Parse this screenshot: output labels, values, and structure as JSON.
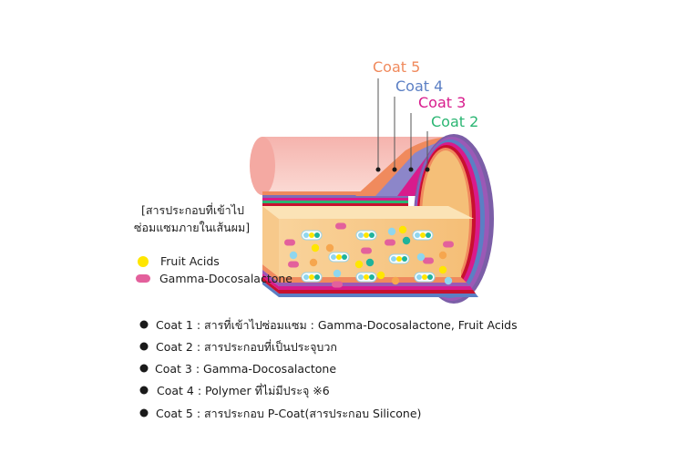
{
  "coats": [
    {
      "label": "Coat 5",
      "color": "#f08a5d"
    },
    {
      "label": "Coat 4",
      "color": "#5b7fc4"
    },
    {
      "label": "Coat 3",
      "color": "#d81b8c"
    },
    {
      "label": "Coat 2",
      "color": "#2bb673"
    }
  ],
  "side_caption": {
    "line1": "[สารประกอบที่เข้าไป",
    "line2": "ซ่อมแซมภายในเส้นผม]"
  },
  "legend": [
    {
      "label": "Fruit Acids",
      "color": "#ffe600",
      "shape": "circle"
    },
    {
      "label": "Gamma-Docosalactone",
      "color": "#e3609c",
      "shape": "pill"
    }
  ],
  "descriptions": [
    "Coat 1 : สารที่เข้าไปซ่อมแซม : Gamma-Docosalactone, Fruit Acids",
    "Coat 2 : สารประกอบที่เป็นประจุบวก",
    "Coat 3 : Gamma-Docosalactone",
    "Coat 4 : Polymer ที่ไม่มีประจุ ※6",
    "Coat 5 : สารประกอบ P-Coat(สารประกอบ Silicone)"
  ],
  "colors": {
    "outer_coat": "#f08a5d",
    "coat4": "#7b6fb8",
    "coat3": "#d81b8c",
    "coat2": "#2bb673",
    "cortex": "#f7c98b",
    "cortex_light": "#fbe0b0",
    "skin": "#f6b9b3",
    "skin_light": "#fbd9d4",
    "teal": "#1fb39b",
    "light_blue": "#8fd6ee",
    "orange_dot": "#f6a64e",
    "bullet": "#1a1a1a"
  }
}
